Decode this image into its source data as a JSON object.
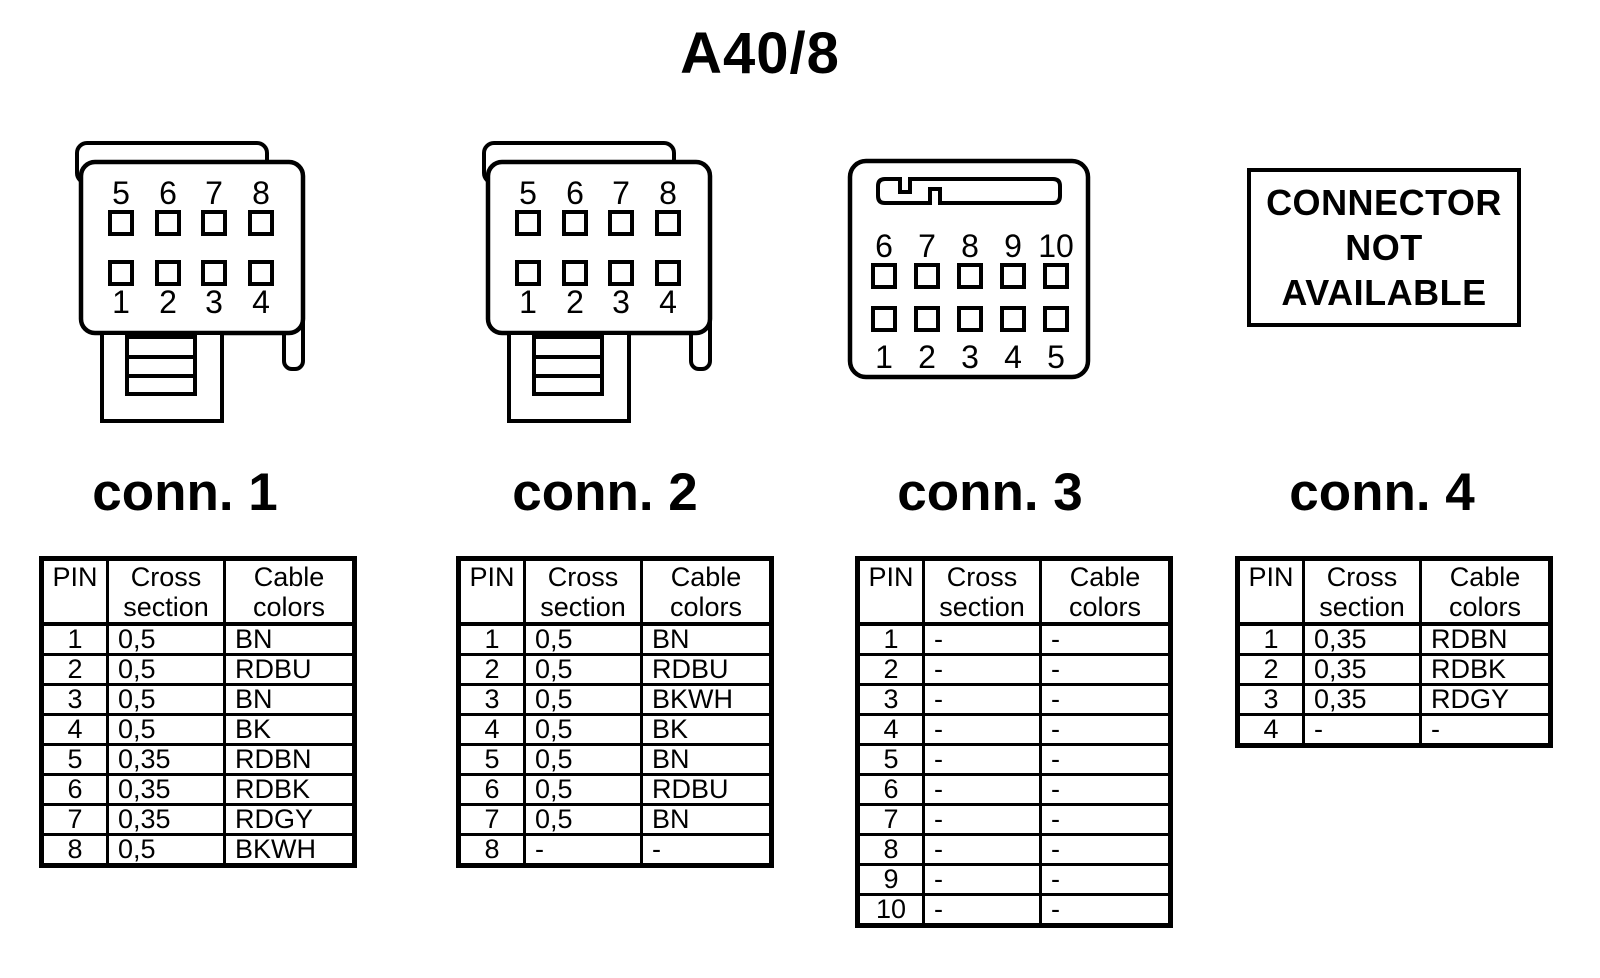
{
  "title": "A40/8",
  "colors": {
    "ink": "#000000",
    "background": "#ffffff"
  },
  "connectors": [
    {
      "label": "conn. 1",
      "pins_top": [
        "5",
        "6",
        "7",
        "8"
      ],
      "pins_bottom": [
        "1",
        "2",
        "3",
        "4"
      ],
      "table": {
        "headers": [
          "PIN",
          "Cross section",
          "Cable colors"
        ],
        "rows": [
          [
            "1",
            "0,5",
            "BN"
          ],
          [
            "2",
            "0,5",
            "RDBU"
          ],
          [
            "3",
            "0,5",
            "BN"
          ],
          [
            "4",
            "0,5",
            "BK"
          ],
          [
            "5",
            "0,35",
            "RDBN"
          ],
          [
            "6",
            "0,35",
            "RDBK"
          ],
          [
            "7",
            "0,35",
            "RDGY"
          ],
          [
            "8",
            "0,5",
            "BKWH"
          ]
        ]
      }
    },
    {
      "label": "conn. 2",
      "pins_top": [
        "5",
        "6",
        "7",
        "8"
      ],
      "pins_bottom": [
        "1",
        "2",
        "3",
        "4"
      ],
      "table": {
        "headers": [
          "PIN",
          "Cross section",
          "Cable colors"
        ],
        "rows": [
          [
            "1",
            "0,5",
            "BN"
          ],
          [
            "2",
            "0,5",
            "RDBU"
          ],
          [
            "3",
            "0,5",
            "BKWH"
          ],
          [
            "4",
            "0,5",
            "BK"
          ],
          [
            "5",
            "0,5",
            "BN"
          ],
          [
            "6",
            "0,5",
            "RDBU"
          ],
          [
            "7",
            "0,5",
            "BN"
          ],
          [
            "8",
            "-",
            "-"
          ]
        ]
      }
    },
    {
      "label": "conn. 3",
      "pins_top": [
        "6",
        "7",
        "8",
        "9",
        "10"
      ],
      "pins_bottom": [
        "1",
        "2",
        "3",
        "4",
        "5"
      ],
      "table": {
        "headers": [
          "PIN",
          "Cross section",
          "Cable colors"
        ],
        "rows": [
          [
            "1",
            "-",
            "-"
          ],
          [
            "2",
            "-",
            "-"
          ],
          [
            "3",
            "-",
            "-"
          ],
          [
            "4",
            "-",
            "-"
          ],
          [
            "5",
            "-",
            "-"
          ],
          [
            "6",
            "-",
            "-"
          ],
          [
            "7",
            "-",
            "-"
          ],
          [
            "8",
            "-",
            "-"
          ],
          [
            "9",
            "-",
            "-"
          ],
          [
            "10",
            "-",
            "-"
          ]
        ]
      }
    },
    {
      "label": "conn. 4",
      "not_available_lines": [
        "CONNECTOR",
        "NOT",
        "AVAILABLE"
      ],
      "table": {
        "headers": [
          "PIN",
          "Cross section",
          "Cable colors"
        ],
        "rows": [
          [
            "1",
            "0,35",
            "RDBN"
          ],
          [
            "2",
            "0,35",
            "RDBK"
          ],
          [
            "3",
            "0,35",
            "RDGY"
          ],
          [
            "4",
            "-",
            "-"
          ]
        ]
      }
    }
  ]
}
